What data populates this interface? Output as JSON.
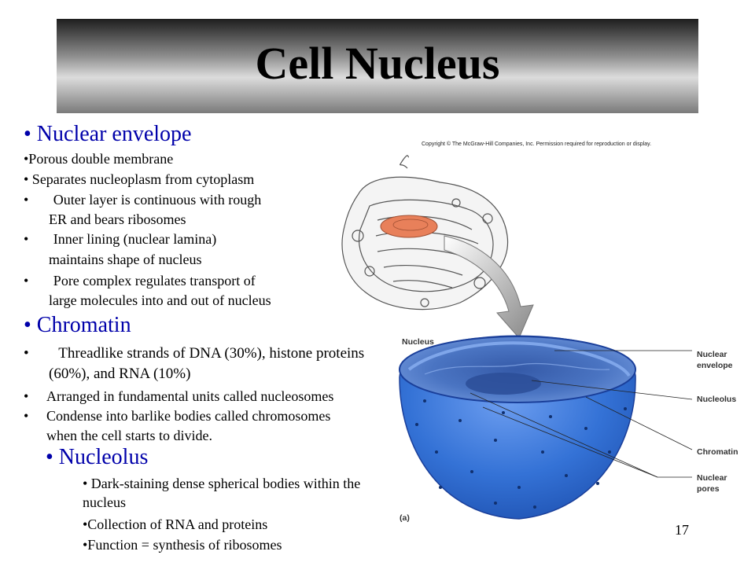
{
  "slide": {
    "title": "Cell Nucleus",
    "page_number": "17"
  },
  "sections": {
    "envelope": {
      "heading": "• Nuclear envelope",
      "items": [
        "•Porous double membrane",
        "• Separates nucleoplasm from cytoplasm",
        "•       Outer layer is continuous with rough",
        "ER and bears ribosomes",
        "•       Inner lining (nuclear lamina)",
        "maintains shape of nucleus",
        "•       Pore complex regulates transport of",
        "large molecules into and out of nucleus"
      ]
    },
    "chromatin": {
      "heading": "• Chromatin",
      "items": [
        "•        Threadlike strands of DNA (30%), histone proteins",
        "(60%), and RNA (10%)",
        "•",
        "Arranged in fundamental units called nucleosomes",
        "•",
        "Condense into barlike bodies called chromosomes",
        "when the cell starts to divide."
      ]
    },
    "nucleolus": {
      "heading": "• Nucleolus",
      "items": [
        "• Dark-staining dense spherical bodies within the",
        "nucleus",
        "•Collection of RNA and proteins",
        "•Function = synthesis of ribosomes"
      ]
    }
  },
  "figure": {
    "copyright": "Copyright © The McGraw-Hill Companies, Inc. Permission required for reproduction or display.",
    "labels": {
      "nucleus": "Nucleus",
      "envelope_1": "Nuclear",
      "envelope_2": "envelope",
      "nucleolus": "Nucleolus",
      "chromatin": "Chromatin",
      "pores_1": "Nuclear",
      "pores_2": "pores",
      "panel": "(a)"
    },
    "colors": {
      "nucleus_blue": "#2f6fd0",
      "nucleus_dark": "#1a3f9a",
      "highlight_orange": "#e8805a"
    }
  }
}
